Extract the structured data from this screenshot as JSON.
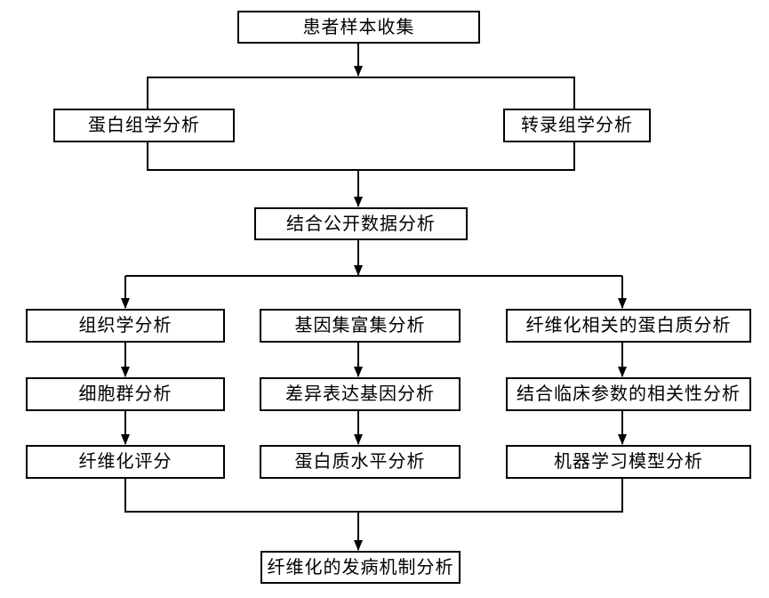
{
  "diagram": {
    "type": "flowchart",
    "colors": {
      "line": "#000000",
      "box_border": "#000000",
      "box_fill": "#ffffff",
      "background": "#ffffff"
    },
    "nodes": {
      "sample_collection": "患者样本收集",
      "proteomics": "蛋白组学分析",
      "transcriptomics": "转录组学分析",
      "public_data": "结合公开数据分析",
      "histology": "组织学分析",
      "cell_population": "细胞群分析",
      "fibrosis_score": "纤维化评分",
      "gene_set_enrichment": "基因集富集分析",
      "differential_expression": "差异表达基因分析",
      "protein_level": "蛋白质水平分析",
      "fibrosis_proteins": "纤维化相关的蛋白质分析",
      "clinical_correlation": "结合临床参数的相关性分析",
      "machine_learning": "机器学习模型分析",
      "pathogenesis": "纤维化的发病机制分析"
    }
  }
}
